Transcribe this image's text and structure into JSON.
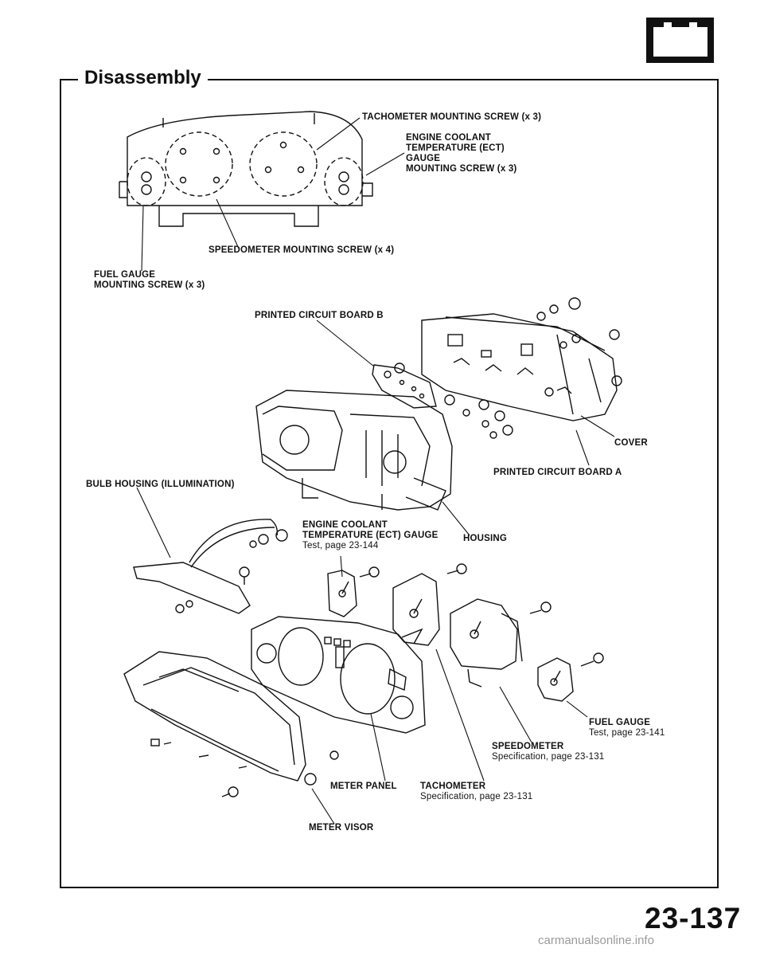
{
  "header": {
    "section_title": "Disassembly",
    "icon": "battery-icon",
    "battery_minus": "–",
    "battery_plus": "+"
  },
  "callouts": {
    "tach_screw": "TACHOMETER MOUNTING SCREW (x 3)",
    "ect_screw_1": "ENGINE COOLANT",
    "ect_screw_2": "TEMPERATURE (ECT)",
    "ect_screw_3": "GAUGE",
    "ect_screw_4": "MOUNTING SCREW (x 3)",
    "speedo_screw": "SPEEDOMETER MOUNTING SCREW (x 4)",
    "fuel_screw_1": "FUEL GAUGE",
    "fuel_screw_2": "MOUNTING SCREW (x 3)",
    "pcb_b": "PRINTED CIRCUIT BOARD B",
    "cover": "COVER",
    "pcb_a": "PRINTED CIRCUIT BOARD A",
    "bulb_housing": "BULB HOUSING (ILLUMINATION)",
    "ect_gauge_1": "ENGINE COOLANT",
    "ect_gauge_2": "TEMPERATURE (ECT) GAUGE",
    "ect_gauge_ref": "Test, page 23-144",
    "housing": "HOUSING",
    "fuel_gauge": "FUEL GAUGE",
    "fuel_gauge_ref": "Test, page 23-141",
    "speedometer": "SPEEDOMETER",
    "speedometer_ref": "Specification, page 23-131",
    "meter_panel": "METER PANEL",
    "tachometer": "TACHOMETER",
    "tachometer_ref": "Specification, page 23-131",
    "meter_visor": "METER VISOR"
  },
  "footer": {
    "page_number": "23-137",
    "watermark": "carmanualsonline.info"
  }
}
